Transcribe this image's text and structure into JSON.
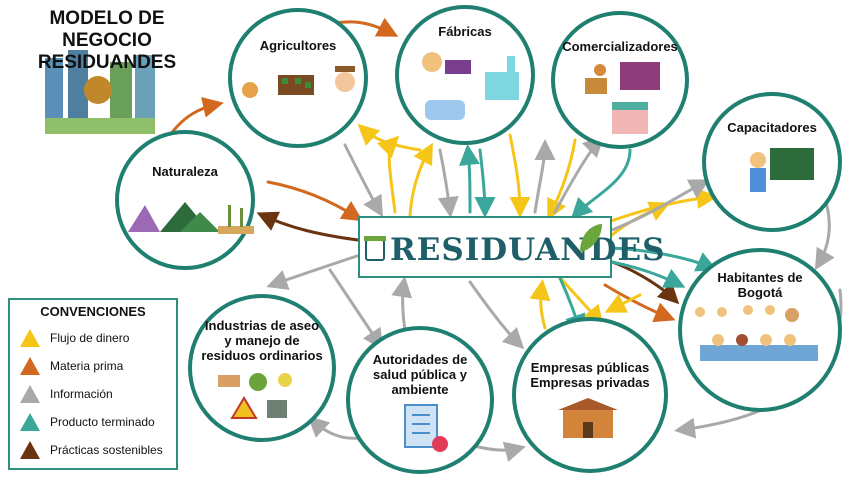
{
  "title": {
    "line1": "MODELO DE NEGOCIO",
    "line2": "RESIDUANDES"
  },
  "center": {
    "label": "RESIDUANDES"
  },
  "nodes": {
    "agricultores": "Agricultores",
    "fabricas": "Fábricas",
    "comercializadores": "Comercializadores",
    "capacitadores": "Capacitadores",
    "naturaleza": "Naturaleza",
    "habitantes_l1": "Habitantes de",
    "habitantes_l2": "Bogotá",
    "industrias_l1": "Industrias de aseo",
    "industrias_l2": "y manejo de",
    "industrias_l3": "residuos ordinarios",
    "autoridades_l1": "Autoridades de",
    "autoridades_l2": "salud pública y",
    "autoridades_l3": "ambiente",
    "empresas_l1": "Empresas públicas",
    "empresas_l2": "Empresas privadas"
  },
  "legend": {
    "title": "CONVENCIONES",
    "items": [
      {
        "label": "Flujo de dinero",
        "color": "#f5c518"
      },
      {
        "label": "Materia prima",
        "color": "#d2691e"
      },
      {
        "label": "Información",
        "color": "#a9a9a9"
      },
      {
        "label": "Producto terminado",
        "color": "#3aa79a"
      },
      {
        "label": "Prácticas sostenibles",
        "color": "#6b3410"
      }
    ]
  },
  "colors": {
    "circle_border": "#1f7f70",
    "money": "#f5c518",
    "raw": "#d2691e",
    "info": "#a9a9a9",
    "product": "#3aa79a",
    "sustainable": "#6b3410"
  }
}
